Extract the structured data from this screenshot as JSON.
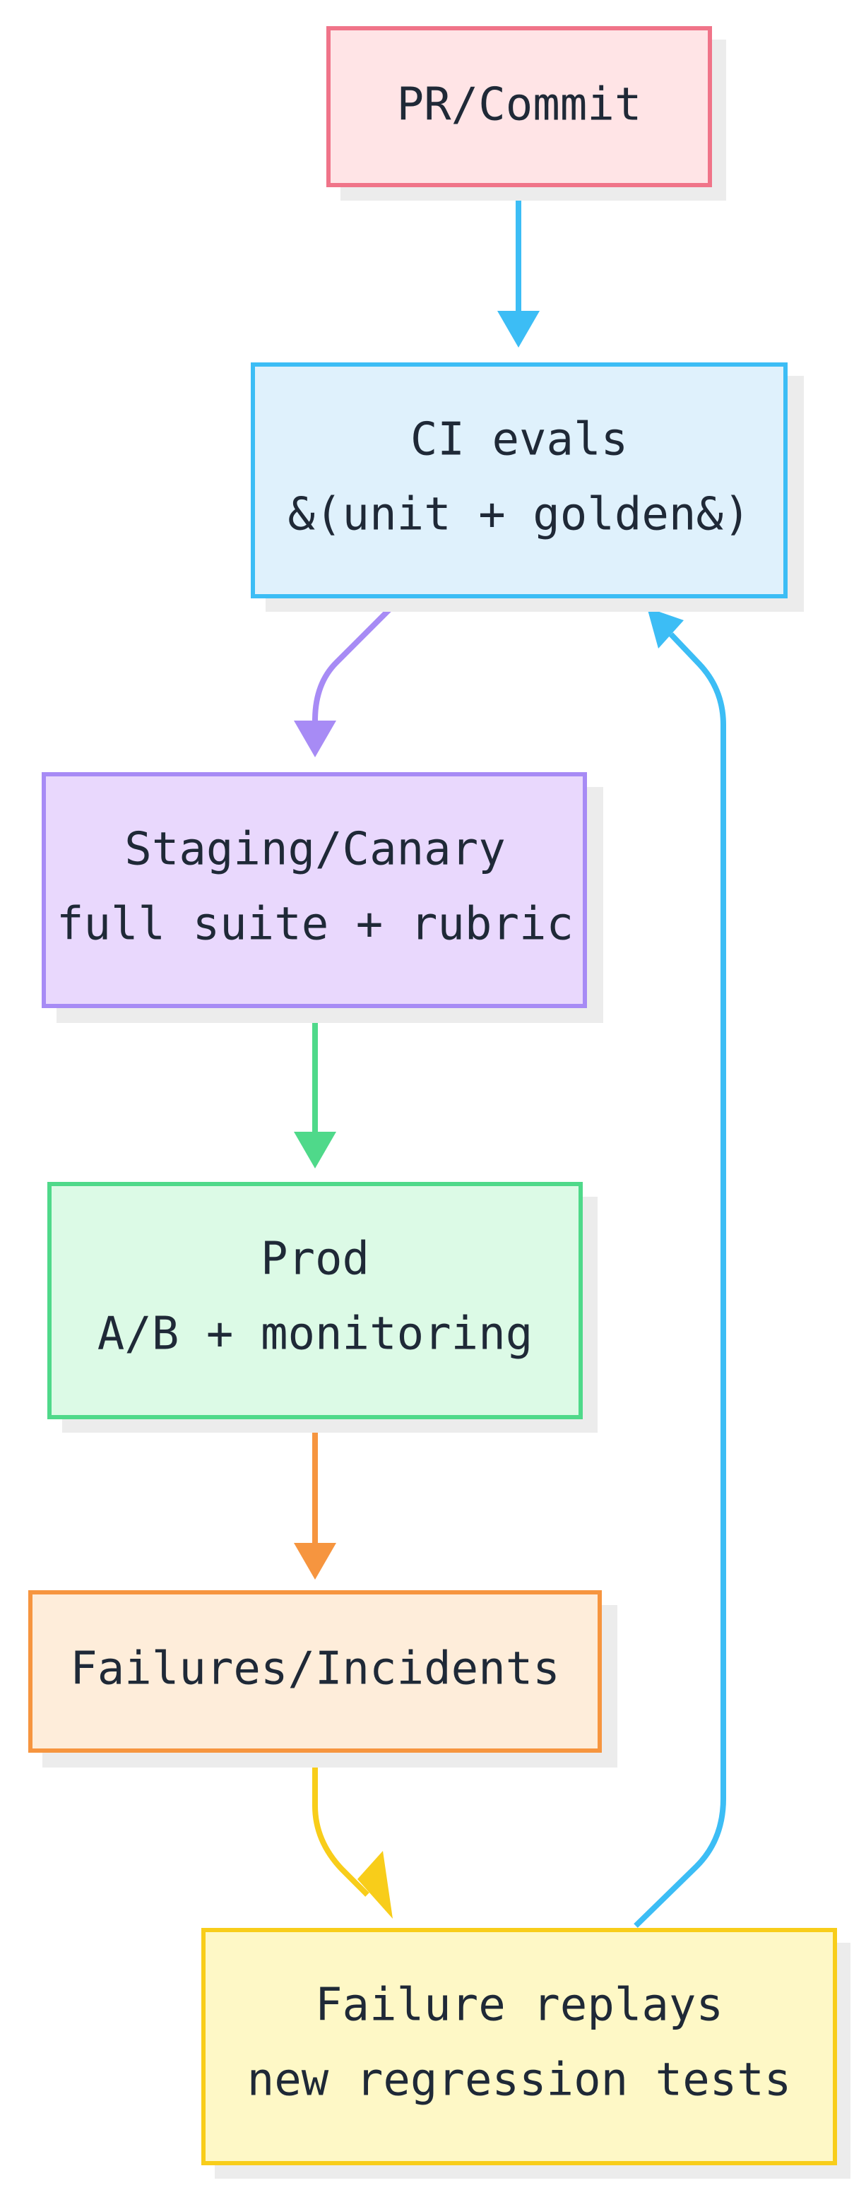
{
  "nodes": {
    "pr_commit": {
      "label": "PR/Commit",
      "fill": "#ffe4e6",
      "stroke": "#f07489"
    },
    "ci_evals": {
      "line1": "CI evals",
      "line2": "&(unit + golden&)",
      "fill": "#dff1fc",
      "stroke": "#3cbdf5"
    },
    "staging": {
      "line1": "Staging/Canary",
      "line2": "full suite + rubric",
      "fill": "#e9d8fd",
      "stroke": "#a78bf5"
    },
    "prod": {
      "line1": "Prod",
      "line2": "A/B + monitoring",
      "fill": "#dcfae6",
      "stroke": "#4fd98a"
    },
    "failures": {
      "label": "Failures/Incidents",
      "fill": "#feedda",
      "stroke": "#f6953f"
    },
    "replays": {
      "line1": "Failure replays",
      "line2": "new regression tests",
      "fill": "#fef8c6",
      "stroke": "#f8cd1a"
    }
  },
  "edges": {
    "pr_to_ci": {
      "color": "#3cbdf5"
    },
    "ci_to_staging": {
      "color": "#a78bf5"
    },
    "staging_to_prod": {
      "color": "#4fd98a"
    },
    "prod_to_failures": {
      "color": "#f6953f"
    },
    "failures_to_replays": {
      "color": "#f8cd1a"
    },
    "replays_to_ci": {
      "color": "#3cbdf5"
    }
  }
}
